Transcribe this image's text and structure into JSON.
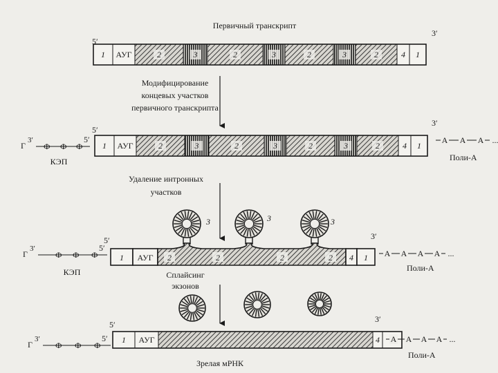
{
  "labels": {
    "primary_transcript": "Первичный транскрипт",
    "modification_1": "Модифицирование",
    "modification_2": "концевых участков",
    "modification_3": "первичного транскрипта",
    "intron_removal_1": "Удаление интронных",
    "intron_removal_2": "участков",
    "splicing_1": "Сплайсинг",
    "splicing_2": "экзонов",
    "mature_mrna": "Зрелая мРНК",
    "cap": "КЭП",
    "polya": "Поли-А",
    "five_prime": "5′",
    "three_prime": "3′",
    "start_codon": "АУГ",
    "cap_g": "Г",
    "cap_sup": "3′",
    "cap_phi": "Ф",
    "poly_a_unit": "А",
    "ellipsis": "...",
    "seg_1": "1",
    "seg_2": "2",
    "seg_3": "3",
    "seg_4": "4"
  },
  "colors": {
    "paper": "#efeeea",
    "ink": "#1a1a1a",
    "hatch": "#555555"
  }
}
